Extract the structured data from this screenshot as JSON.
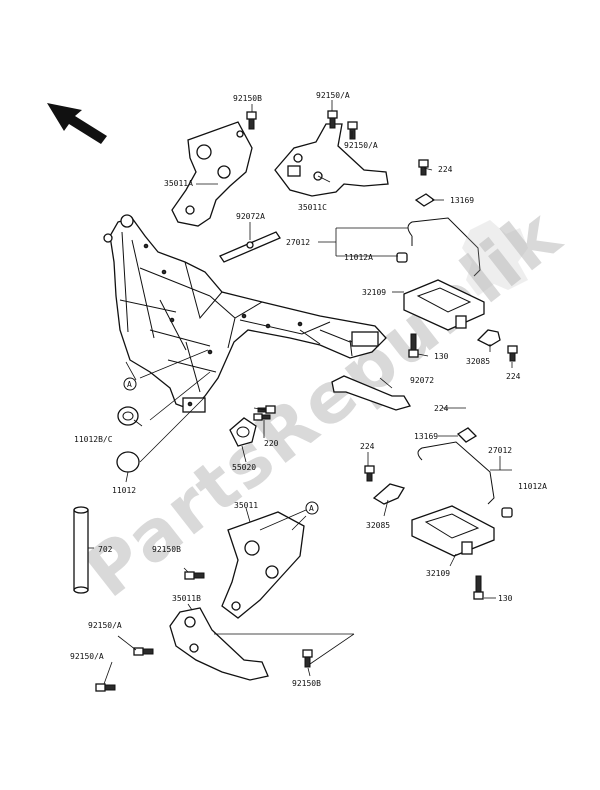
{
  "watermark": "PartsRepublik",
  "labels": {
    "l92150B_top": "92150B",
    "l92150A_1": "92150/A",
    "l92150A_2": "92150/A",
    "l35011A": "35011A",
    "l35011C": "35011C",
    "l224_top": "224",
    "l13169_top": "13169",
    "l92072A": "92072A",
    "l27012_top": "27012",
    "l11012A_top": "11012A",
    "l32109_top": "32109",
    "l130_top": "130",
    "l32085_top": "32085",
    "l224_right": "224",
    "l92072": "92072",
    "l224_mid": "224",
    "l13169_mid": "13169",
    "l27012_mid": "27012",
    "l11012A_mid": "11012A",
    "l224_low": "224",
    "l32085_low": "32085",
    "l32109_low": "32109",
    "l130_low": "130",
    "l11012BC": "11012B/C",
    "l220": "220",
    "l55020": "55020",
    "l11012": "11012",
    "l702": "702",
    "l35011": "35011",
    "l92150B_mid": "92150B",
    "l35011B": "35011B",
    "l92150A_3": "92150/A",
    "l92150A_4": "92150/A",
    "l92150B_bot": "92150B",
    "callout_a": "A"
  }
}
